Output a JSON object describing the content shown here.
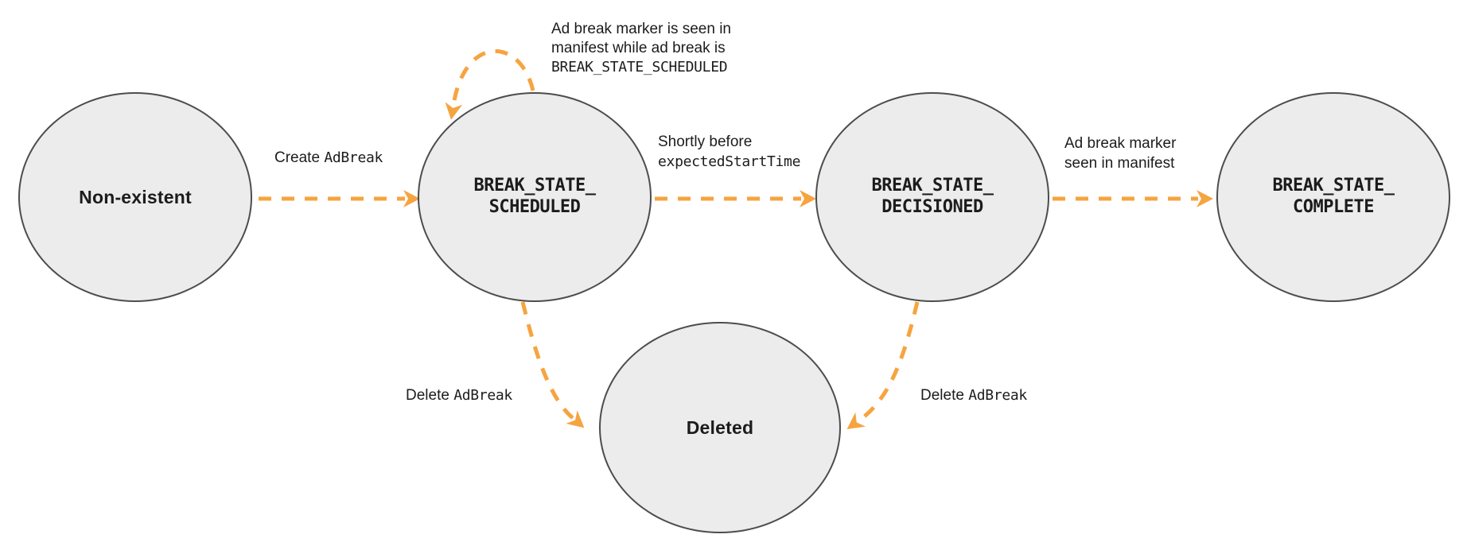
{
  "colors": {
    "arrow": "#F6A440",
    "node_fill": "#ECECEC",
    "node_border": "#4D4D4D",
    "text": "#1C1C1C"
  },
  "nodes": {
    "non_existent": {
      "label": "Non-existent"
    },
    "scheduled": {
      "label": "BREAK_STATE_\nSCHEDULED"
    },
    "decisioned": {
      "label": "BREAK_STATE_\nDECISIONED"
    },
    "complete": {
      "label": "BREAK_STATE_\nCOMPLETE"
    },
    "deleted": {
      "label": "Deleted"
    }
  },
  "edges": {
    "create": {
      "prefix": "Create ",
      "code": "AdBreak"
    },
    "self_loop": {
      "line1": "Ad break marker is seen in",
      "line2": "manifest while ad break is",
      "code": "BREAK_STATE_SCHEDULED"
    },
    "shortly": {
      "line1": "Shortly before",
      "code": "expectedStartTime"
    },
    "marker_seen": {
      "line1": "Ad break marker",
      "line2": "seen in manifest"
    },
    "delete_left": {
      "prefix": "Delete ",
      "code": "AdBreak"
    },
    "delete_right": {
      "prefix": "Delete ",
      "code": "AdBreak"
    }
  }
}
